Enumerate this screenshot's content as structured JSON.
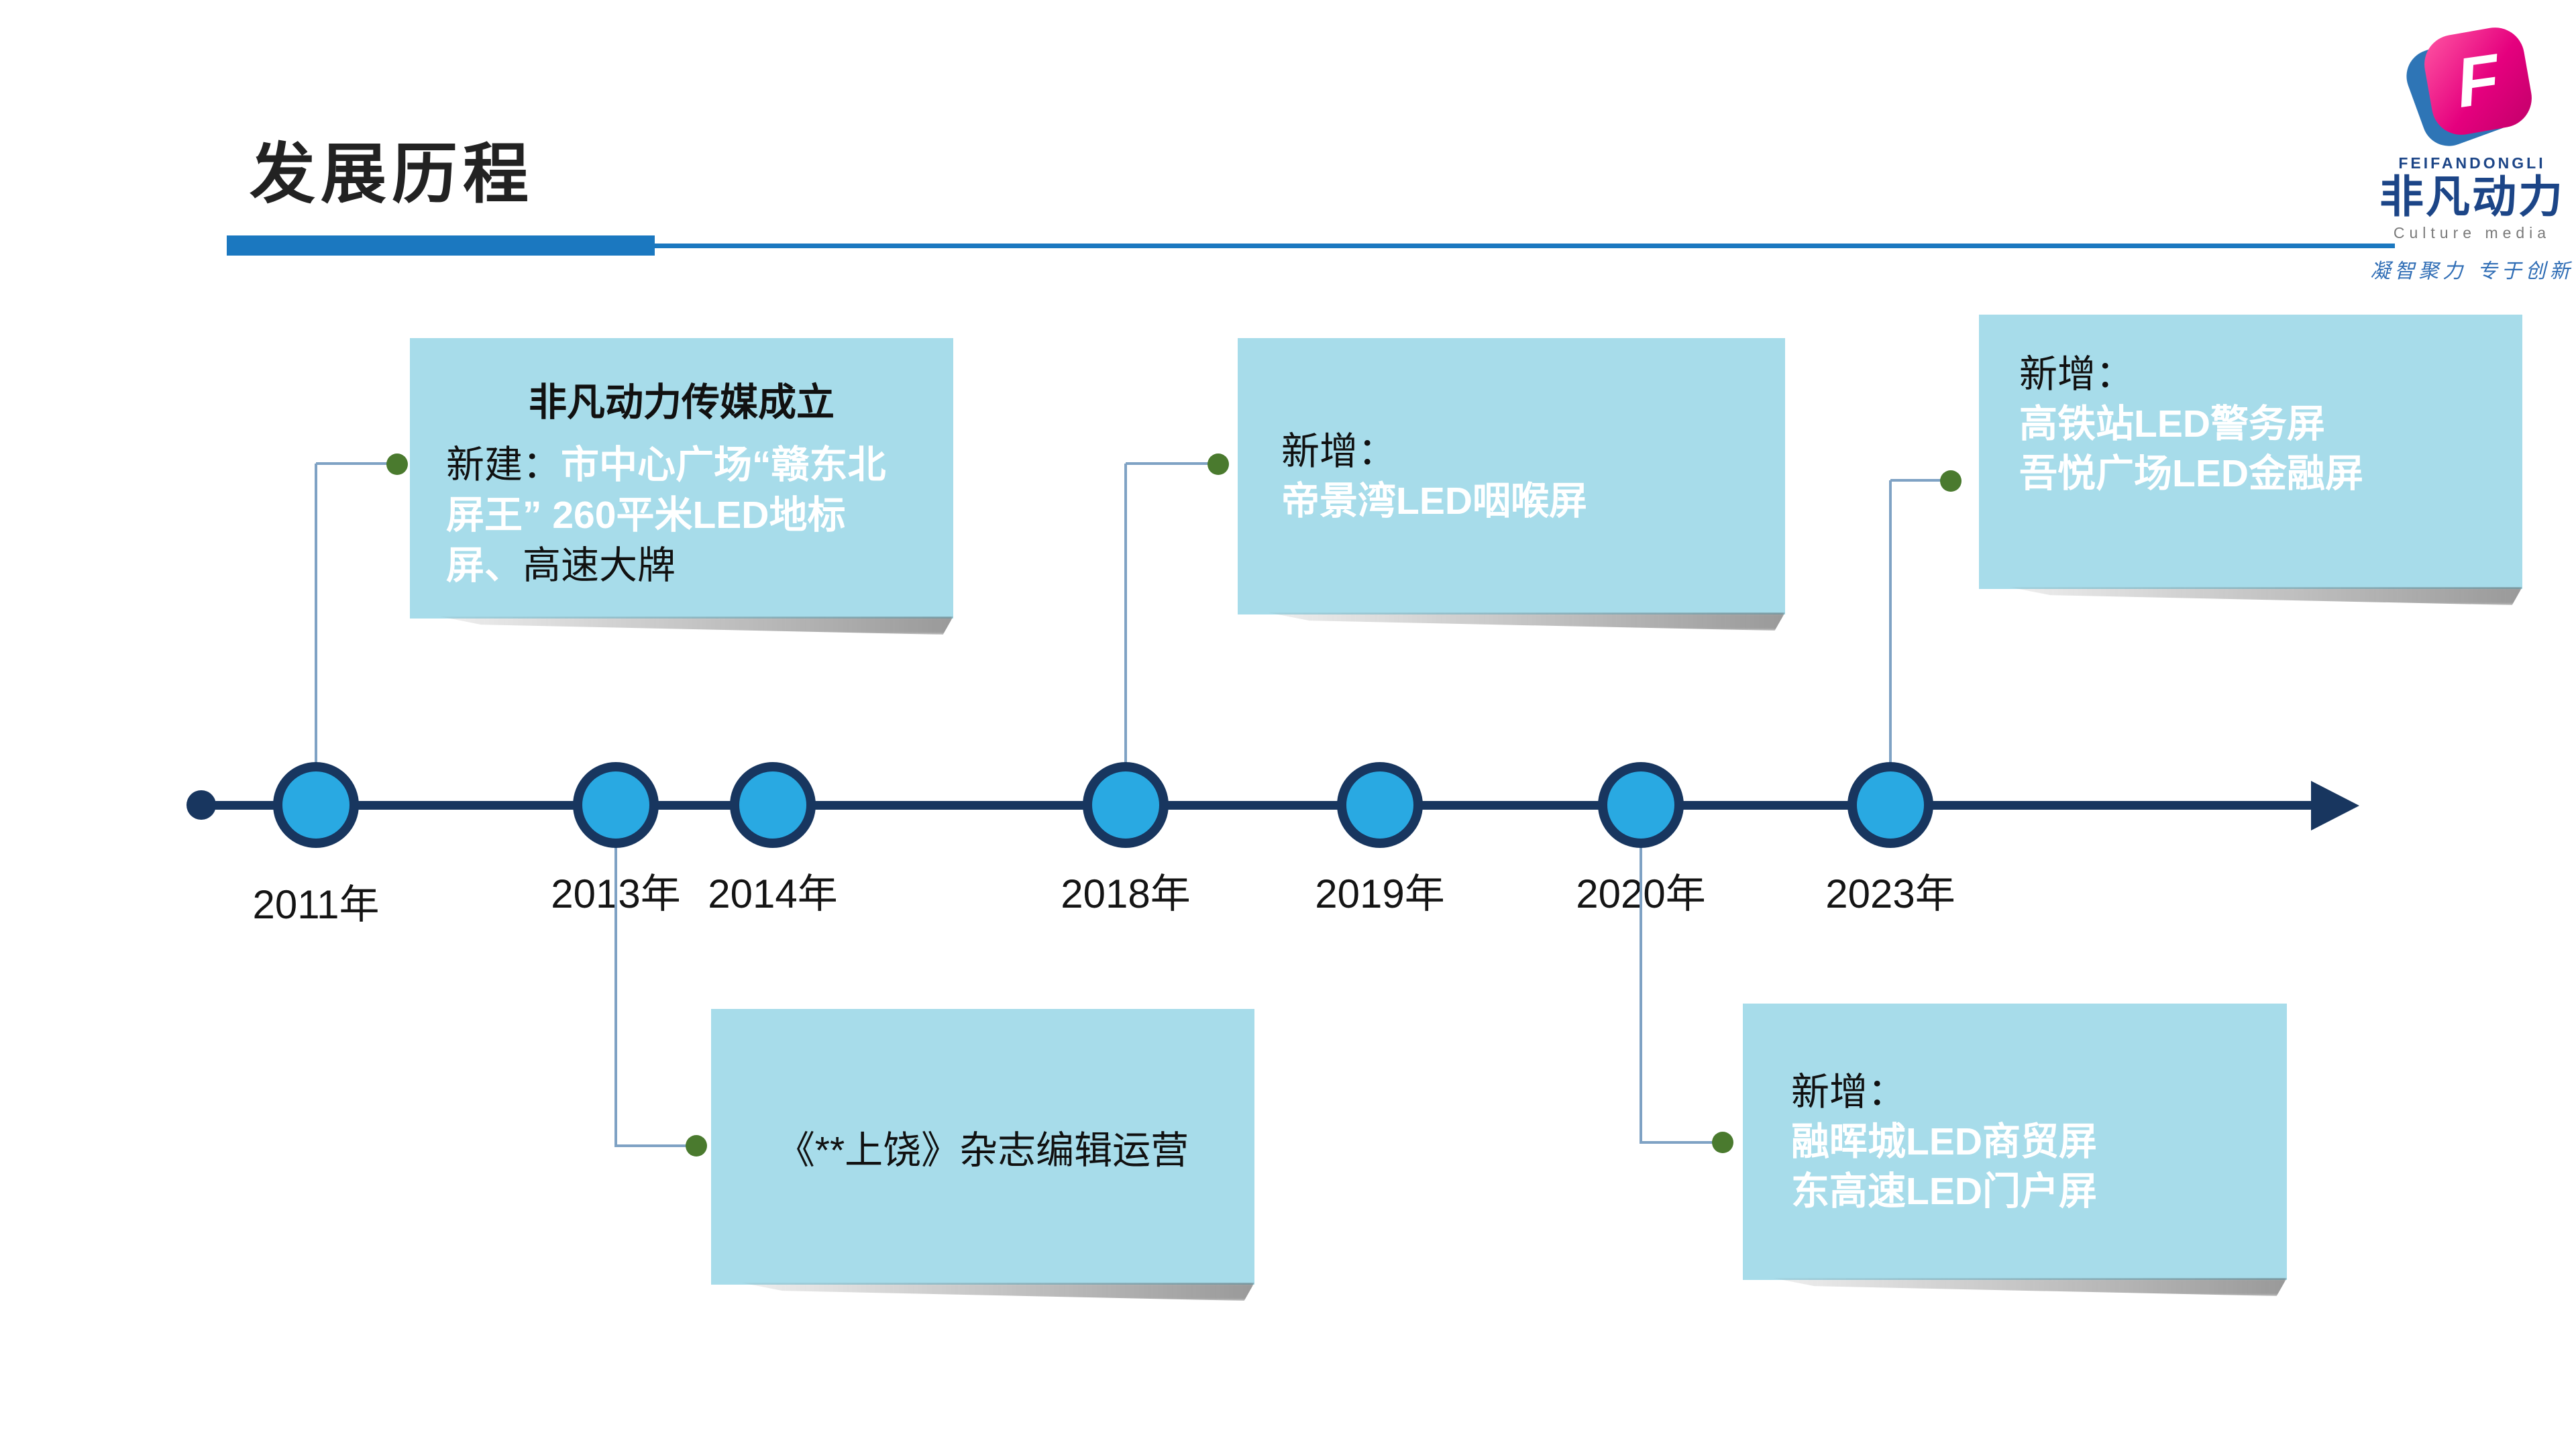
{
  "slide": {
    "title": "发展历程",
    "logo": {
      "f": "F",
      "latin": "FEIFANDONGLI",
      "name": "非凡动力",
      "sub": "Culture media",
      "slogan": "凝智聚力 专于创新"
    },
    "timeline": {
      "years": [
        "2011年",
        "2013年",
        "2014年",
        "2018年",
        "2019年",
        "2020年",
        "2023年"
      ]
    },
    "notes": {
      "founding": {
        "title": "非凡动力传媒成立",
        "prefix": "新建：",
        "highlight": "市中心广场“赣东北屏王” 260平米LED地标屏、",
        "suffix": "高速大牌"
      },
      "y2013": {
        "text": "《**上饶》杂志编辑运营"
      },
      "y2018": {
        "prefix": "新增：",
        "line1": "帝景湾LED咽喉屏"
      },
      "y2020": {
        "prefix": "新增：",
        "line1": "融晖城LED商贸屏",
        "line2": "东高速LED门户屏"
      },
      "y2023": {
        "prefix": "新增：",
        "line1": "高铁站LED警务屏",
        "line2": "吾悦广场LED金融屏"
      }
    },
    "colors": {
      "accent_blue": "#1b78c0",
      "timeline_navy": "#18365f",
      "node_blue": "#29a9e2",
      "note_cyan": "#a7dcea",
      "connector": "#7fa2c4",
      "dot_green": "#4a7a2e",
      "highlight_text": "#ffffff",
      "logo_pink": "#e5007e",
      "logo_navy": "#1c4587"
    }
  }
}
